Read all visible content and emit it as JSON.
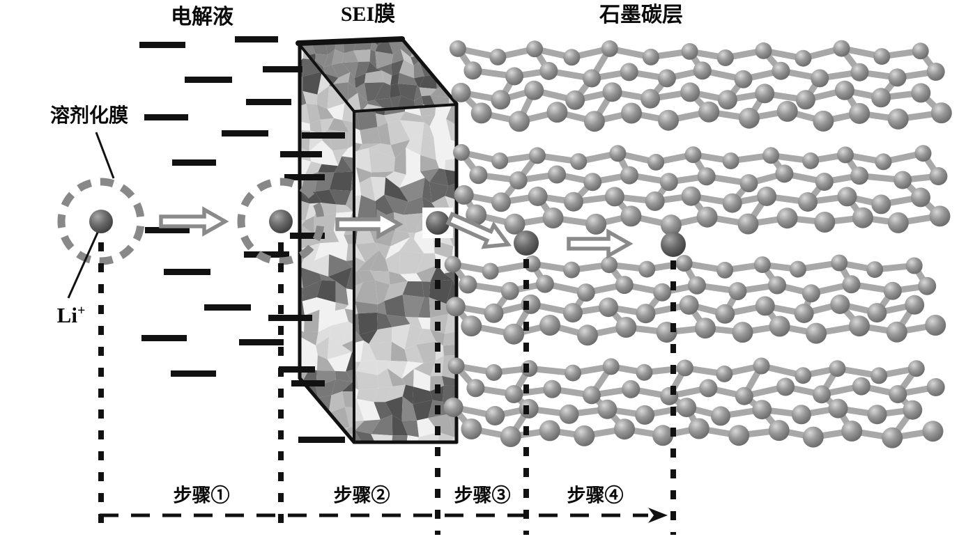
{
  "figure": {
    "region_labels": {
      "electrolyte": "电解液",
      "sei_film": "SEI膜",
      "graphite": "石墨碳层"
    },
    "annotations": {
      "solvation_shell": "溶剂化膜",
      "lithium_ion": "Li",
      "lithium_ion_charge": "+"
    },
    "steps": [
      {
        "label": "步骤①"
      },
      {
        "label": "步骤②"
      },
      {
        "label": "步骤③"
      },
      {
        "label": "步骤④"
      }
    ]
  },
  "colors": {
    "background": "#ffffff",
    "ink": "#111111",
    "arrow_outline": "#8a8a8a",
    "dash_ring": "#888888",
    "bond": "#a8a8a8",
    "carbon_hi": "#d8d8d8",
    "carbon_mid": "#979797",
    "carbon_dark": "#626262",
    "li_hi": "#a8a8a8",
    "li_mid": "#6b6b6b",
    "li_dark": "#373737",
    "sei_light": [
      "#f1f1f1",
      "#dedede",
      "#cdcdcd",
      "#bdbdbd",
      "#acacac"
    ],
    "sei_dark": [
      "#787878",
      "#646464",
      "#515151",
      "#888888"
    ],
    "sei_top": [
      "#b4b4b4",
      "#9c9c9c",
      "#868686",
      "#707070",
      "#c9c9c9",
      "#5c5c5c"
    ]
  }
}
